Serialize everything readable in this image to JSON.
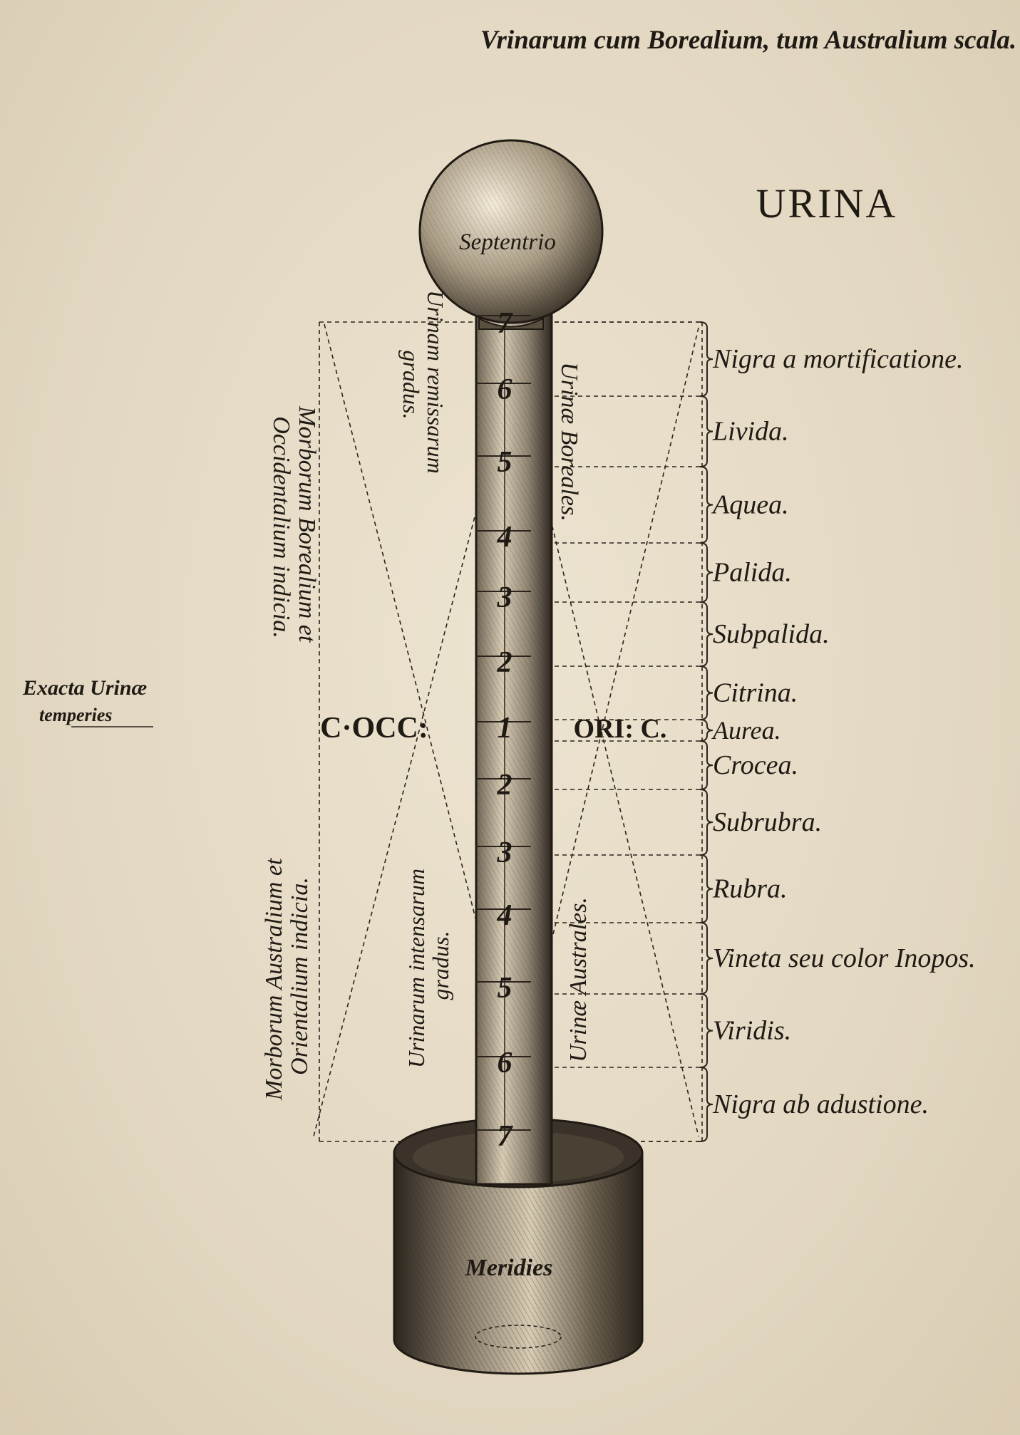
{
  "title": "Vrinarum cum Borealium, tum Australium scala.",
  "heading": "URINA",
  "globe_label": "Septentrio",
  "base_label": "Meridies",
  "side_note": [
    "Exacta Urinæ",
    "temperies"
  ],
  "west_mark": "C·OCC:",
  "east_mark": "ORI: C.",
  "left_upper_text": [
    "Morborum Borealium et",
    "Occidentalium indicia."
  ],
  "left_lower_text": [
    "Morborum Australium et",
    "Orientalium indicia."
  ],
  "inner_upper_text": [
    "Urinam remissarum",
    "gradus."
  ],
  "inner_lower_text": [
    "Urinarum intensarum",
    "gradus."
  ],
  "right_upper_text": "Urinæ Boreales.",
  "right_lower_text": "Urinæ Australes.",
  "scale_numbers": [
    "7",
    "6",
    "5",
    "4",
    "3",
    "2",
    "1",
    "2",
    "3",
    "4",
    "5",
    "6",
    "7"
  ],
  "urine_colors": [
    "Nigra a mortificatione.",
    "Livida.",
    "Aquea.",
    "Palida.",
    "Subpalida.",
    "Citrina.",
    "Aurea.",
    "Crocea.",
    "Subrubra.",
    "Rubra.",
    "Vineta seu color Inopos.",
    "Viridis.",
    "Nigra ab adustione."
  ]
}
